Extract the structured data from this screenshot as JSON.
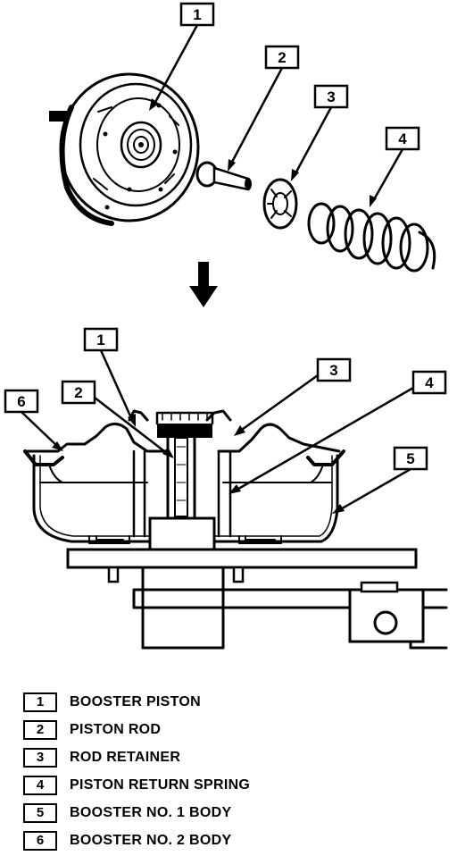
{
  "exploded_view": {
    "callouts": [
      "1",
      "2",
      "3",
      "4"
    ]
  },
  "assembled_view": {
    "callouts": [
      "1",
      "2",
      "3",
      "4",
      "5",
      "6"
    ]
  },
  "legend": [
    {
      "num": "1",
      "label": "BOOSTER PISTON"
    },
    {
      "num": "2",
      "label": "PISTON ROD"
    },
    {
      "num": "3",
      "label": "ROD RETAINER"
    },
    {
      "num": "4",
      "label": "PISTON RETURN SPRING"
    },
    {
      "num": "5",
      "label": "BOOSTER NO. 1 BODY"
    },
    {
      "num": "6",
      "label": "BOOSTER NO. 2 BODY"
    }
  ]
}
